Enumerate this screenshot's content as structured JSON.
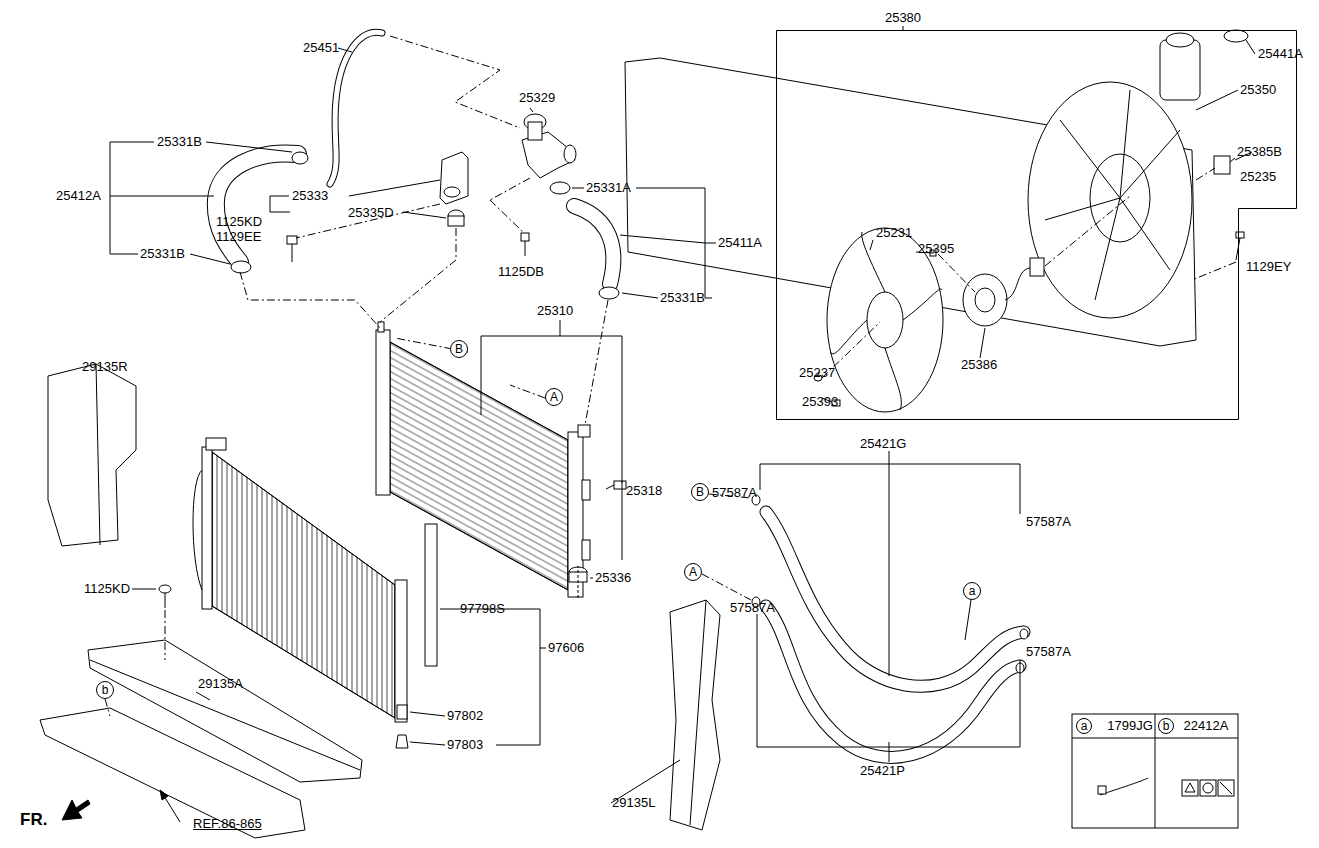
{
  "diagram": {
    "nodes": [
      {
        "text": [
          "25380"
        ]
      },
      {
        "text": [
          "B"
        ]
      },
      {
        "text": [
          "A"
        ]
      },
      {
        "text": [
          "B"
        ]
      },
      {
        "text": [
          "A"
        ]
      },
      {
        "text": [
          "a"
        ]
      },
      {
        "text": [
          "b"
        ]
      },
      {
        "text": [
          "a"
        ]
      },
      {
        "text": [
          "b"
        ]
      }
    ],
    "labels": [
      "25451",
      "25329",
      "25331B",
      "25412A",
      "25333",
      "25335D",
      "1125KD",
      "1129EE",
      "25331A",
      "25411A",
      "1125DB",
      "25331B",
      "25331B",
      "25310",
      "25318",
      "25336",
      "29135R",
      "1125KD",
      "97798S",
      "97606",
      "29135A",
      "97802",
      "97803",
      "29135L",
      "REF.86-865",
      "FR.",
      "25441A",
      "25350",
      "25385B",
      "25235",
      "1129EY",
      "25231",
      "25395",
      "25386",
      "25237",
      "25393",
      "25421G",
      "57587A",
      "57587A",
      "57587A",
      "57587A",
      "25421P",
      "1799JG",
      "22412A"
    ]
  }
}
